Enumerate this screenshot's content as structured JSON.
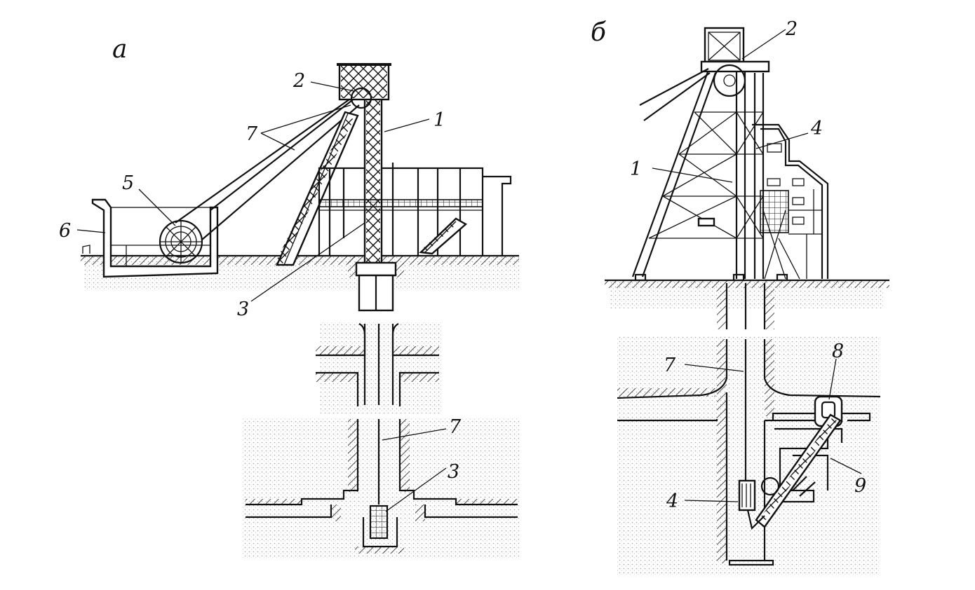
{
  "figure": {
    "left_panel": {
      "panel_letter": "а",
      "callouts": [
        "1",
        "2",
        "3",
        "3",
        "5",
        "6",
        "7",
        "7"
      ]
    },
    "right_panel": {
      "panel_letter": "б",
      "callouts": [
        "1",
        "2",
        "4",
        "4",
        "7",
        "8",
        "9"
      ]
    }
  }
}
